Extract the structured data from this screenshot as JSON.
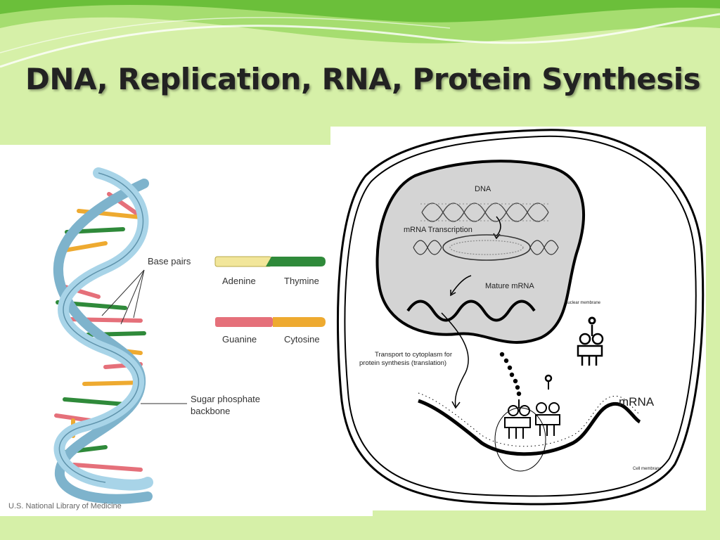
{
  "title": "DNA, Replication, RNA, Protein Synthesis",
  "left_figure": {
    "base_pairs_label": "Base pairs",
    "pairs": [
      {
        "a": "Adenine",
        "b": "Thymine",
        "color_a": "#f2e69a",
        "color_b": "#2f8a3a"
      },
      {
        "a": "Guanine",
        "b": "Cytosine",
        "color_a": "#e5707a",
        "color_b": "#eeaa30"
      }
    ],
    "backbone_label_1": "Sugar phosphate",
    "backbone_label_2": "backbone",
    "credit": "U.S. National Library of Medicine",
    "ribbon_color": "#a8d4e8"
  },
  "right_figure": {
    "dna": "DNA",
    "transcription": "mRNA Transcription",
    "mature_mrna": "Mature mRNA",
    "nuclear_membrane": "Nuclear membrane",
    "transport_1": "Transport to cytoplasm for",
    "transport_2": "protein synthesis (translation)",
    "mrna": "mRNA",
    "cell_membrane": "Cell membrane"
  },
  "colors": {
    "background": "#d6f0a8",
    "wave_dark": "#6bbf3a",
    "wave_light": "#a6dd70"
  }
}
